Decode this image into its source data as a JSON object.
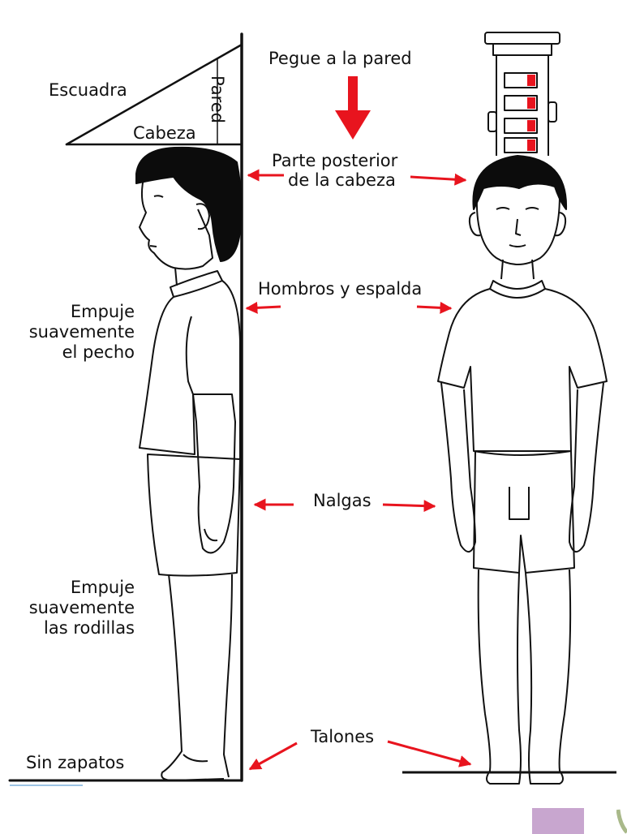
{
  "labels": {
    "escuadra": "Escuadra",
    "cabeza": "Cabeza",
    "pared": "Pared",
    "pegue": "Pegue a la pared",
    "posterior_1": "Parte posterior",
    "posterior_2": "de la cabeza",
    "hombros": "Hombros y espalda",
    "empuje_pecho": [
      "Empuje",
      "suavemente",
      "el pecho"
    ],
    "nalgas": "Nalgas",
    "empuje_rodillas": [
      "Empuje",
      "suavemente",
      "las rodillas"
    ],
    "talones": "Talones",
    "sin_zapatos": "Sin zapatos"
  },
  "colors": {
    "arrow": "#e8141e",
    "ink": "#111111",
    "hair": "#0c0c0c",
    "corner_box": "#c8a6cf",
    "corner_line": "#9cc4e4",
    "corner_leaf": "#a9b98a"
  }
}
